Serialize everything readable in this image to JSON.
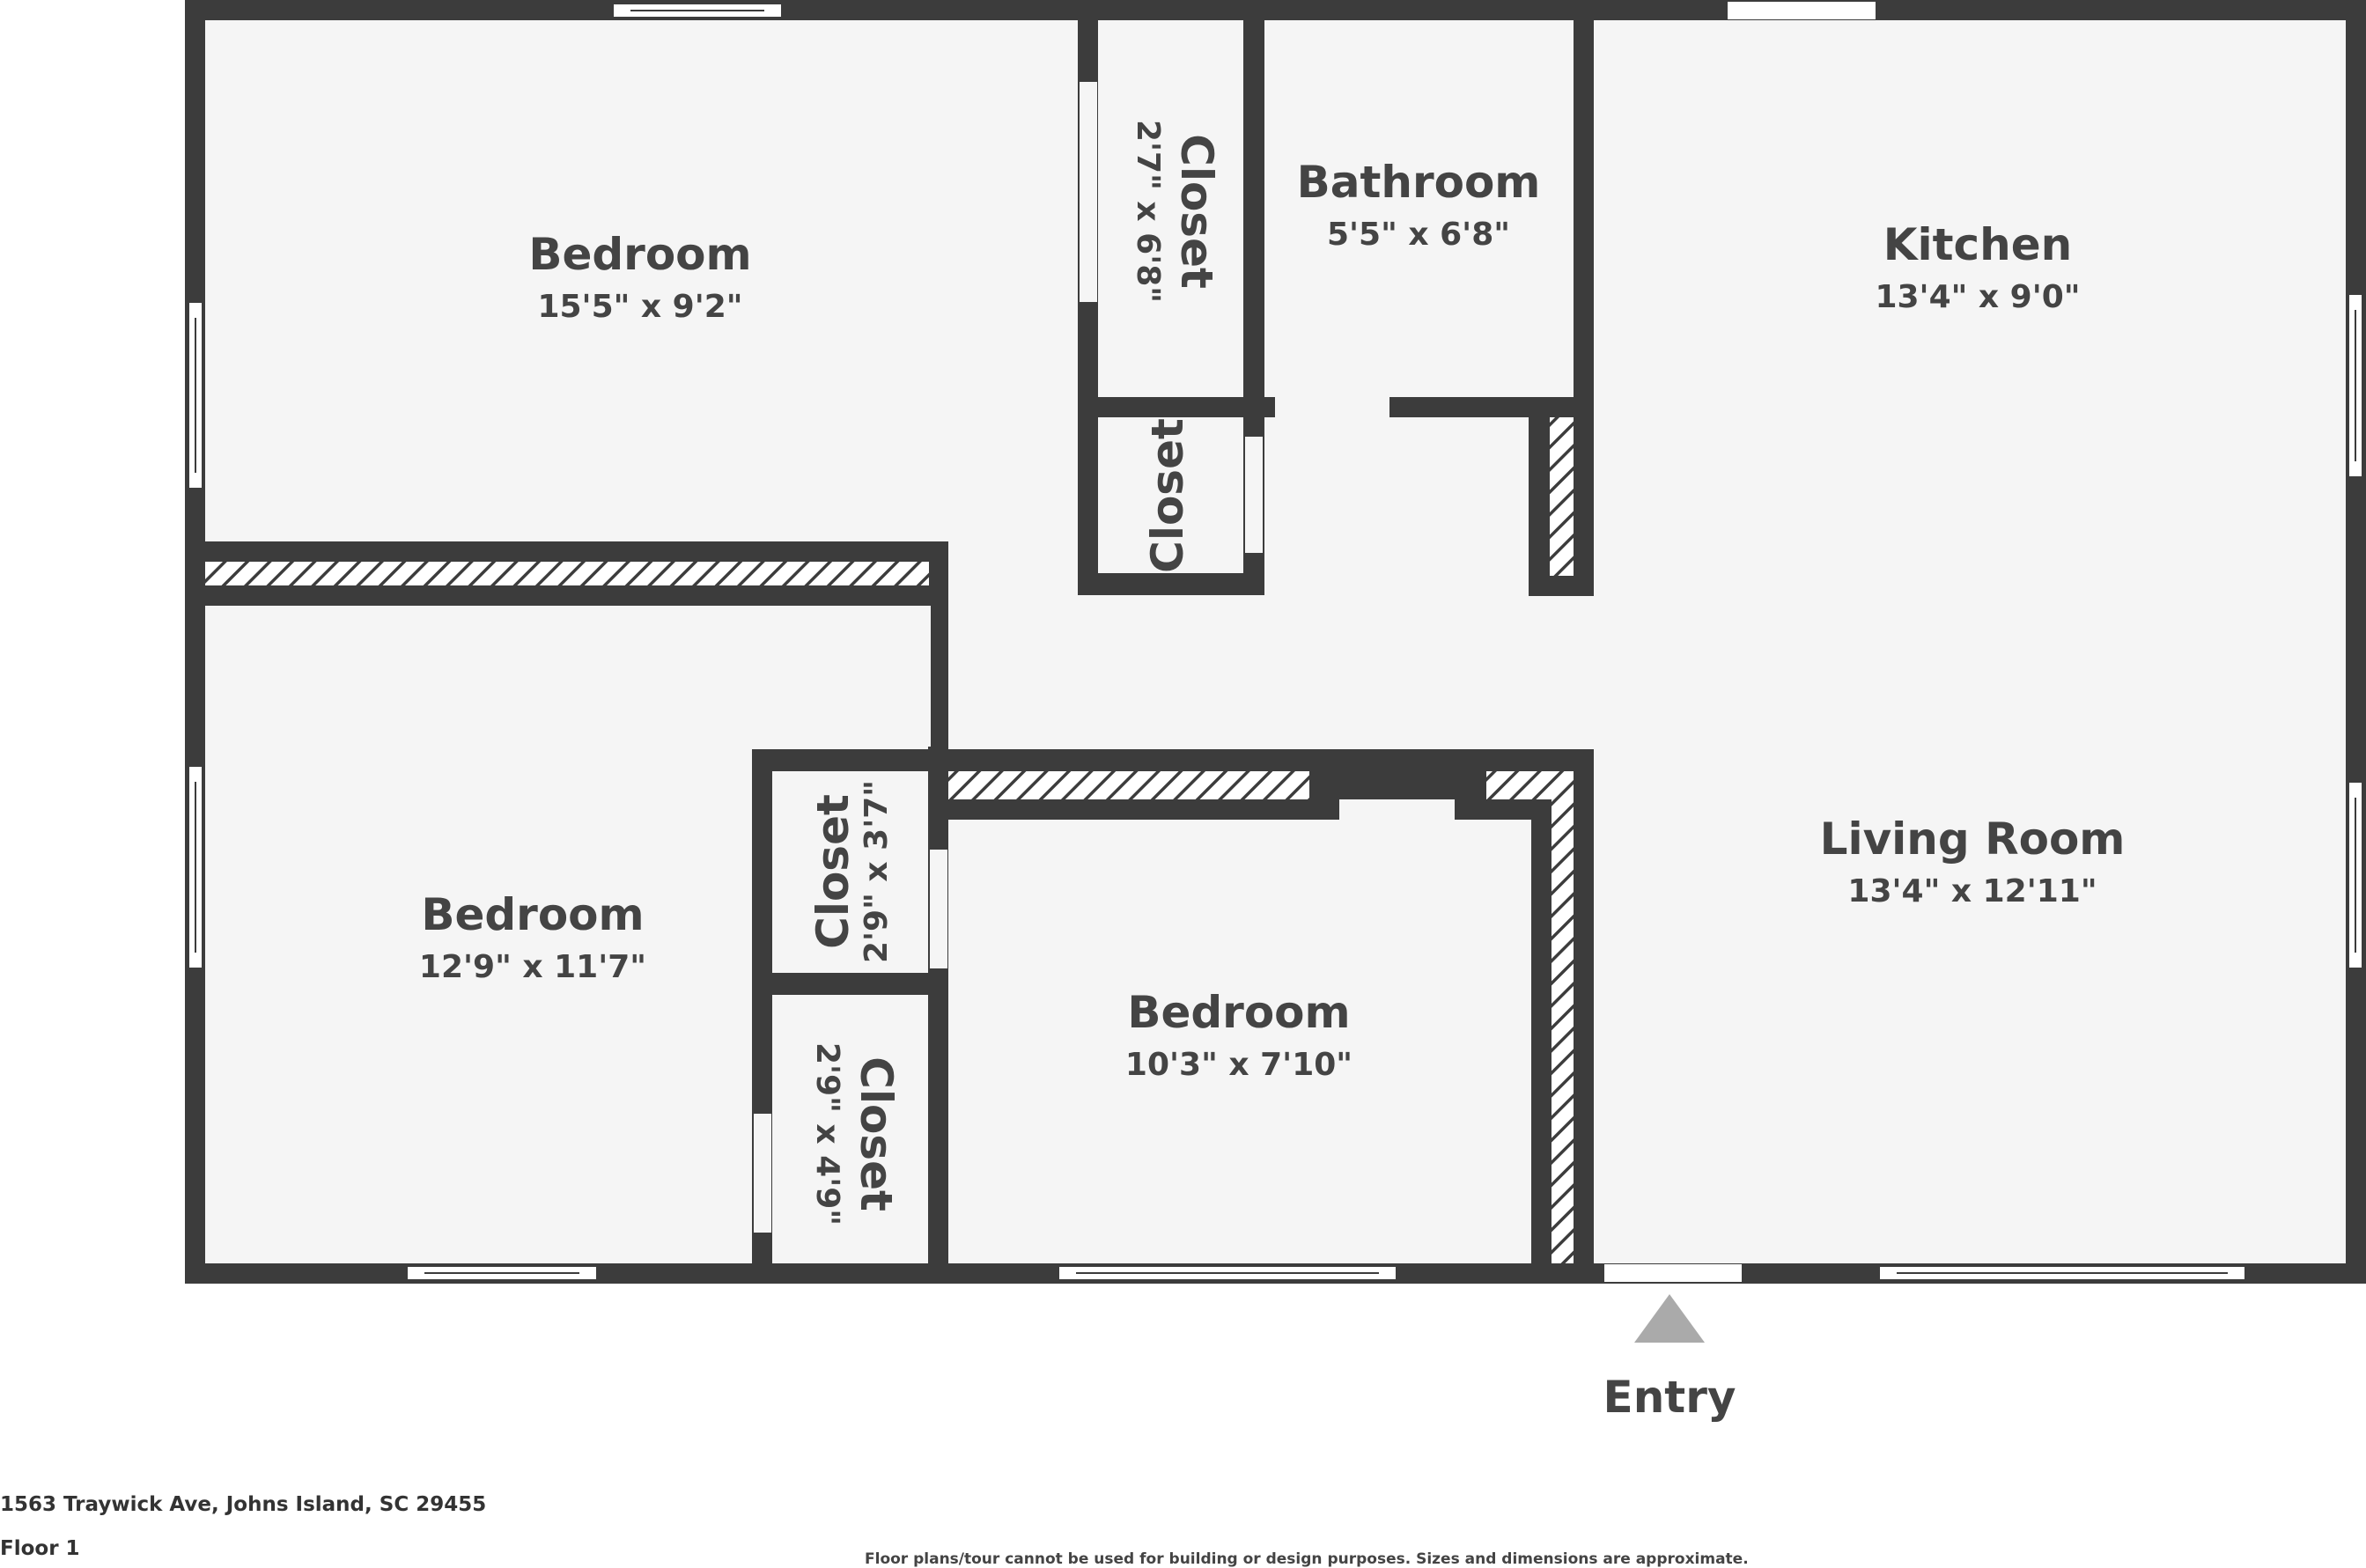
{
  "rooms": {
    "bedroom1": {
      "name": "Bedroom",
      "dim": "15'5\" x 9'2\""
    },
    "closet1": {
      "name": "Closet",
      "dim": "2'7\" x 6'8\""
    },
    "bathroom": {
      "name": "Bathroom",
      "dim": "5'5\" x 6'8\""
    },
    "kitchen": {
      "name": "Kitchen",
      "dim": "13'4\" x 9'0\""
    },
    "closet2": {
      "name": "Closet"
    },
    "bedroom2": {
      "name": "Bedroom",
      "dim": "12'9\" x 11'7\""
    },
    "closet3": {
      "name": "Closet",
      "dim": "2'9\" x 3'7\""
    },
    "closet4": {
      "name": "Closet",
      "dim": "2'9\" x 4'9\""
    },
    "bedroom3": {
      "name": "Bedroom",
      "dim": "10'3\" x 7'10\""
    },
    "living": {
      "name": "Living Room",
      "dim": "13'4\" x 12'11\""
    }
  },
  "entry_label": "Entry",
  "footer": {
    "address": "1563 Traywick Ave, Johns Island, SC 29455",
    "floor": "Floor 1",
    "disclaimer": "Floor plans/tour cannot be used for building or design purposes. Sizes and dimensions are approximate."
  },
  "colors": {
    "wall": "#3c3c3c",
    "floor": "#f5f5f5",
    "opening": "#ffffff",
    "arrow": "#aaaaaa",
    "text": "#444444"
  }
}
